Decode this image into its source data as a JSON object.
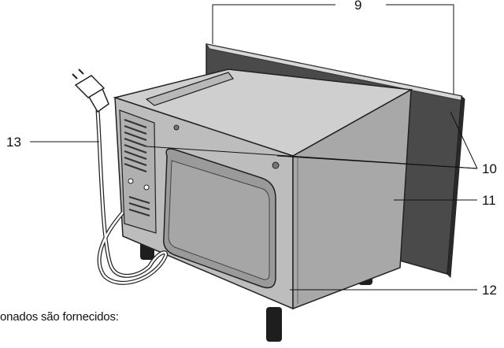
{
  "labels": {
    "callout_9": "9",
    "callout_10": "10",
    "callout_11": "11",
    "callout_12": "12",
    "callout_13": "13"
  },
  "caption": "onados são fornecidos:",
  "colors": {
    "panel": "#4a4a4a",
    "panel_edge": "#2a2a2a",
    "oven_top": "#cfcfcf",
    "oven_front": "#bdbdbd",
    "oven_side": "#a8a8a8",
    "door_window": "#9a9a9a",
    "legs": "#1e1e1e"
  }
}
